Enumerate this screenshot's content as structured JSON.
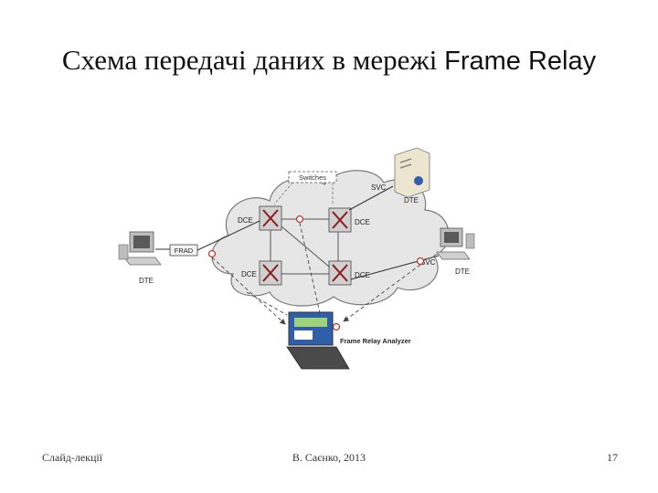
{
  "slide": {
    "title_cyr": "Схема передачі даних в мережі ",
    "title_latin": "Frame Relay",
    "footer_left": "Слайд-лекції",
    "footer_center": "В. Саєнко, 2013",
    "footer_right": "17"
  },
  "diagram": {
    "switches_label": "Switches",
    "dce_labels": [
      "DCE",
      "DCE",
      "DCE",
      "DCE"
    ],
    "frad_label": "FRAD",
    "dte_left": "DTE",
    "dte_server": "DTE",
    "dte_right": "DTE",
    "svc_top": "SVC",
    "svc_right": "SVC",
    "analyzer_label": "Frame Relay Analyzer",
    "colors": {
      "cloud_fill": "#e6e6e6",
      "cloud_stroke": "#7a7a7a",
      "switch_fill": "#d0d0d0",
      "switch_arrow": "#8b1a1a",
      "probe": "#c0392b",
      "analyzer_screen": "#2f5fa8"
    }
  }
}
